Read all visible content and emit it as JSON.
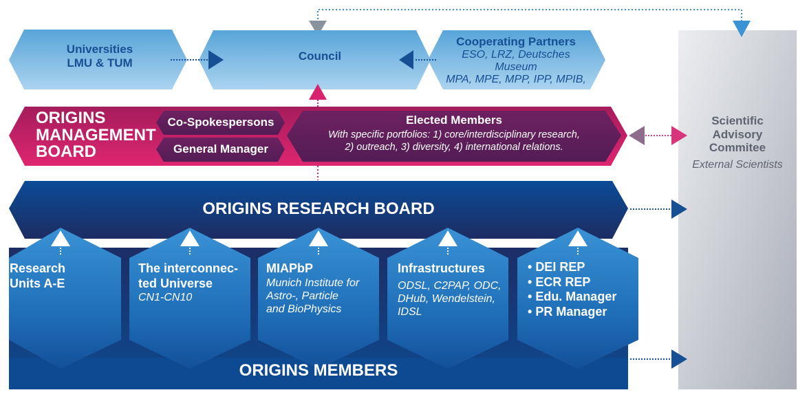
{
  "colors": {
    "light_blue_top": "#5aa7da",
    "light_blue_bottom": "#a9d2ee",
    "magenta": "#d8246e",
    "magenta_dark": "#a01c5a",
    "plum": "#5e1f5a",
    "navy": "#0e4a94",
    "navy_dark": "#1b2f64",
    "hex_blue": "#2d85cc",
    "grey_panel": "#d8dbe0",
    "grey_text": "#5e6470"
  },
  "top_row": {
    "universities": {
      "title": "Universities",
      "subtitle": "LMU & TUM"
    },
    "council": {
      "title": "Council"
    },
    "partners": {
      "title": "Cooperating Partners",
      "line1": "ESO, LRZ, Deutsches Museum",
      "line2": "MPA, MPE, MPP, IPP, MPIB,"
    }
  },
  "management_board": {
    "title_line1": "ORIGINS",
    "title_line2": "MANAGEMENT",
    "title_line3": "BOARD",
    "co_spokespersons": "Co-Spokespersons",
    "general_manager": "General Manager",
    "elected_members": {
      "title": "Elected Members",
      "line1": "With specific portfolios: 1) core/interdisciplinary research,",
      "line2": "2) outreach, 3) diversity, 4) international relations."
    }
  },
  "research_board": {
    "title": "ORIGINS RESEARCH BOARD"
  },
  "members": {
    "title": "ORIGINS MEMBERS",
    "units": [
      {
        "title_line1": "Research",
        "title_line2": "Units A-E"
      },
      {
        "title_line1": "The interconnec-",
        "title_line2": "ted Universe",
        "sub_lines": [
          "CN1-CN10"
        ]
      },
      {
        "title_line1": "MIAPbP",
        "sub_lines": [
          "Munich Institute for",
          "Astro-, Particle",
          "and BioPhysics"
        ]
      },
      {
        "title_line1": "Infrastructures",
        "sub_lines": [
          "ODSL, C2PAP, ODC,",
          "DHub, Wendelstein,",
          "IDSL"
        ]
      },
      {
        "bullets": [
          "DEI REP",
          "ECR REP",
          "Edu. Manager",
          "PR Manager"
        ]
      }
    ]
  },
  "advisory": {
    "title_line1": "Scientific",
    "title_line2": "Advisory",
    "title_line3": "Commitee",
    "subtitle": "External Scientists"
  }
}
